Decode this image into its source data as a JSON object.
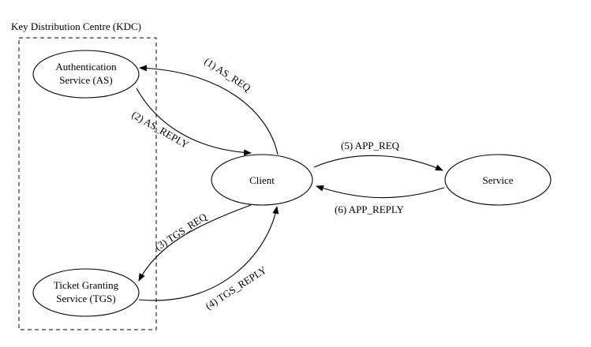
{
  "kdc": {
    "label": "Key Distribution Centre (KDC)"
  },
  "nodes": {
    "as": {
      "line1": "Authentication",
      "line2": "Service (AS)"
    },
    "tgs": {
      "line1": "Ticket Granting",
      "line2": "Service (TGS)"
    },
    "client": {
      "label": "Client"
    },
    "service": {
      "label": "Service"
    }
  },
  "edges": {
    "as_req": "(1) AS_REQ",
    "as_reply": "(2) AS_REPLY",
    "tgs_req": "(3) TGS_REQ",
    "tgs_reply": "(4) TGS_REPLY",
    "app_req": "(5) APP_REQ",
    "app_reply": "(6) APP_REPLY"
  }
}
